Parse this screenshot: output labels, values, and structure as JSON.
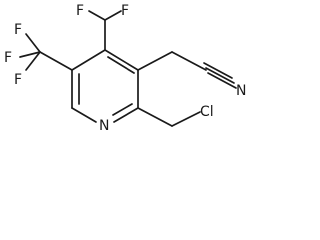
{
  "structure": {
    "atoms": {
      "F_left_top": "F",
      "F_left_mid": "F",
      "F_left_bottom": "F",
      "F_top_left": "F",
      "F_top_right": "F",
      "N_ring": "N",
      "N_nitrile": "N",
      "Cl": "Cl"
    }
  }
}
